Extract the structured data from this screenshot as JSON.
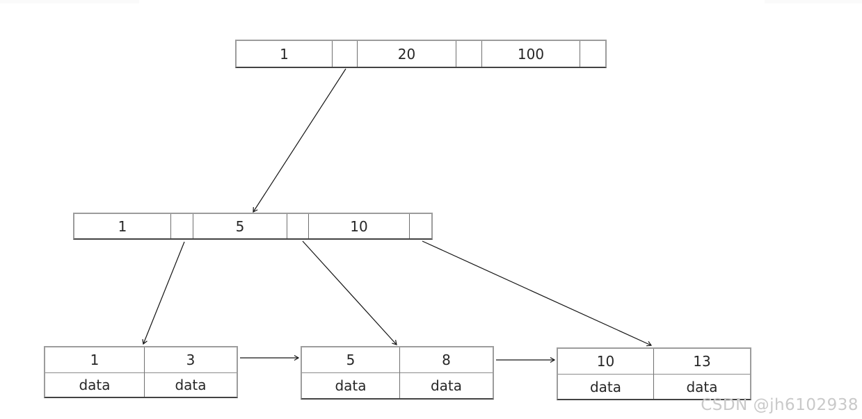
{
  "colors": {
    "node_border": "#9c9c9c",
    "node_border_bottom": "#424242",
    "cell_divider": "#6f6f6f",
    "arrow": "#141414",
    "text": "#262626",
    "watermark": "#c9c9c9"
  },
  "tree": {
    "root": {
      "keys": [
        "1",
        "20",
        "100"
      ]
    },
    "internal": {
      "keys": [
        "1",
        "5",
        "10"
      ]
    },
    "leaves": [
      {
        "keys": [
          "1",
          "3"
        ],
        "records": [
          "data",
          "data"
        ]
      },
      {
        "keys": [
          "5",
          "8"
        ],
        "records": [
          "data",
          "data"
        ]
      },
      {
        "keys": [
          "10",
          "13"
        ],
        "records": [
          "data",
          "data"
        ]
      }
    ]
  },
  "watermark": {
    "text": "CSDN @jh6102938"
  }
}
